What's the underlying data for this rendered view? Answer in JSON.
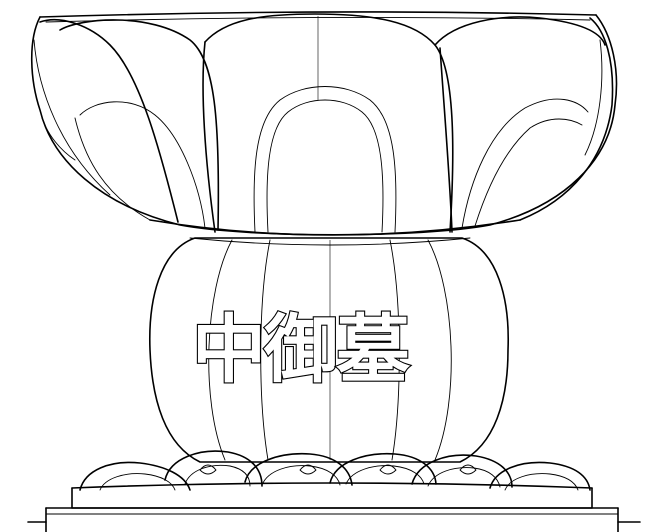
{
  "inscription": {
    "characters": [
      "中",
      "御",
      "墓"
    ]
  },
  "colors": {
    "line": "#000000",
    "background": "#ffffff"
  }
}
